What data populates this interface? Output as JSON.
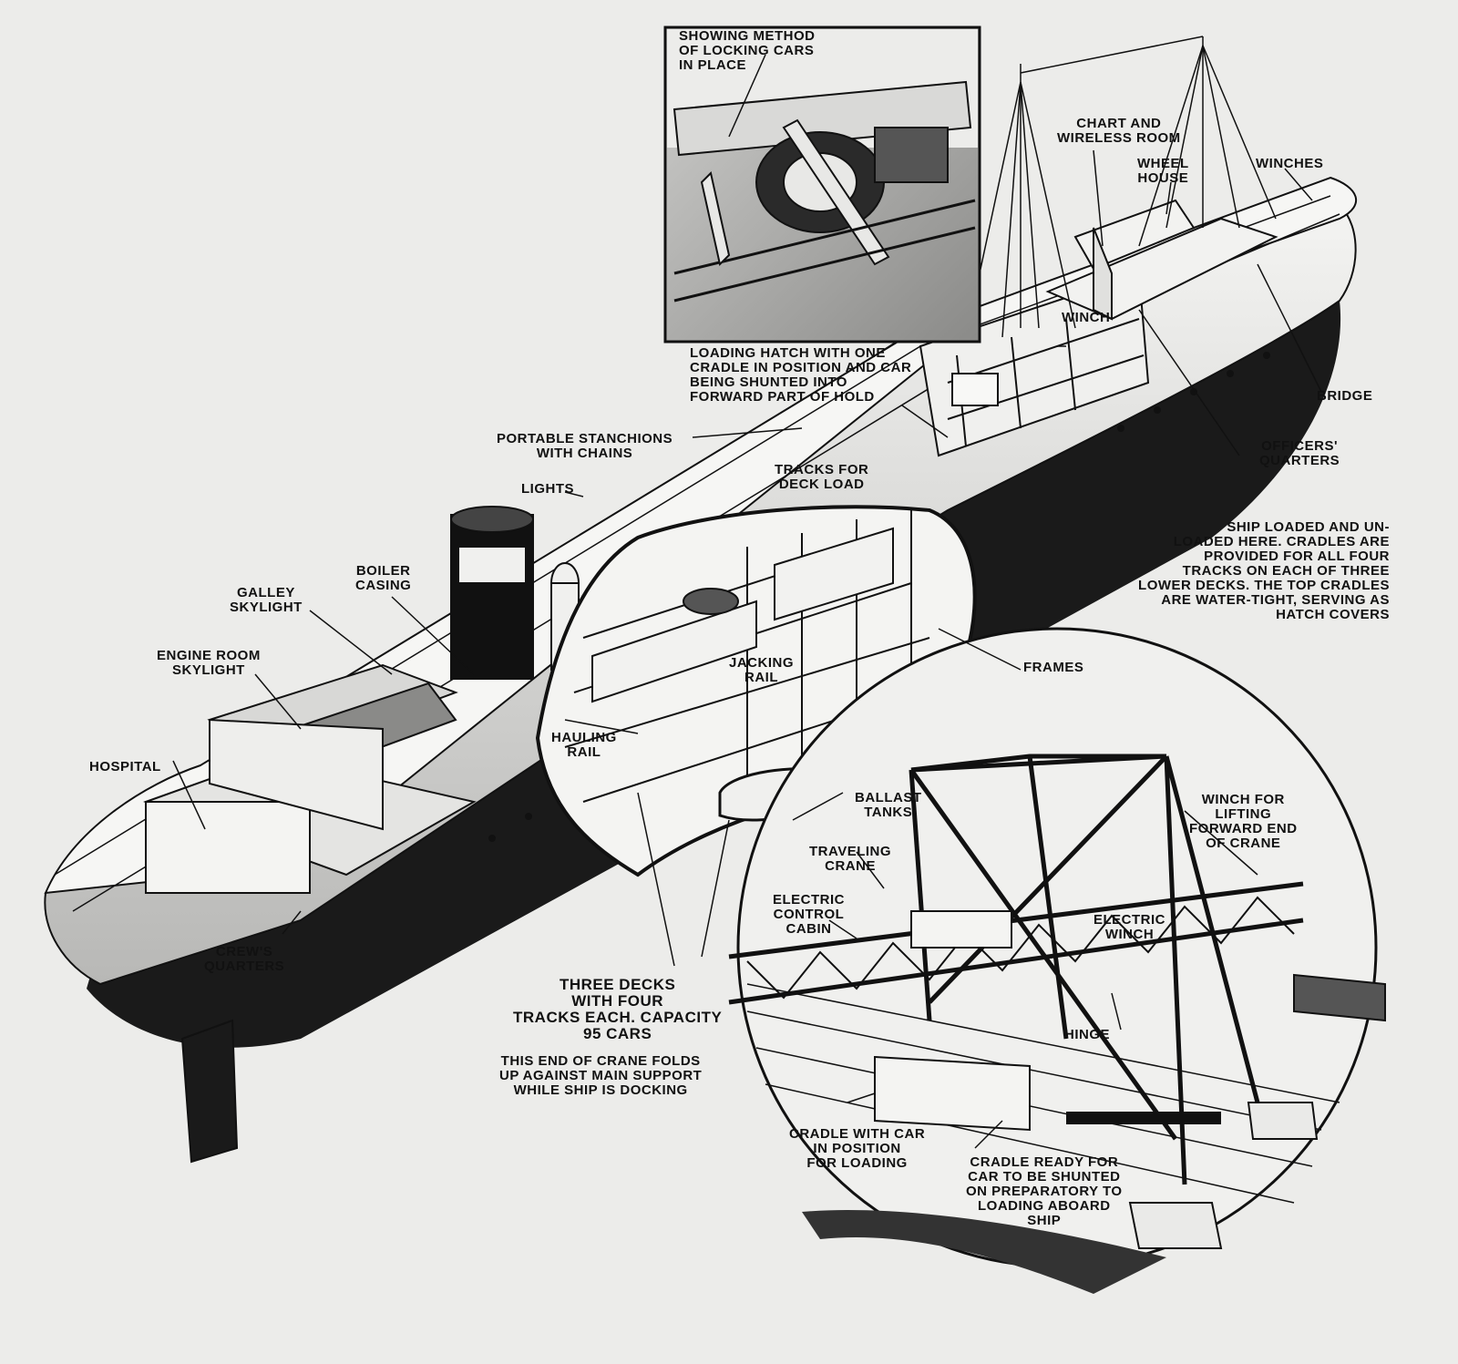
{
  "labels": {
    "showing_method": "SHOWING METHOD\nOF LOCKING CARS\nIN PLACE",
    "chart_wireless": "CHART AND\nWIRELESS ROOM",
    "wheel_house": "WHEEL\nHOUSE",
    "winches": "WINCHES",
    "winch": "WINCH",
    "bridge": "BRIDGE",
    "loading_hatch": "LOADING HATCH WITH ONE\nCRADLE IN POSITION AND CAR\nBEING SHUNTED INTO\nFORWARD PART OF HOLD",
    "officers_quarters": "OFFICERS'\nQUARTERS",
    "portable_stanchions": "PORTABLE STANCHIONS\nWITH CHAINS",
    "tracks_deck_load": "TRACKS FOR\nDECK LOAD",
    "lights": "LIGHTS",
    "ship_loaded": "SHIP LOADED AND UN-\nLOADED HERE. CRADLES ARE\nPROVIDED FOR ALL FOUR\nTRACKS ON EACH OF THREE\nLOWER DECKS. THE TOP CRADLES\nARE WATER-TIGHT, SERVING AS\nHATCH COVERS",
    "boiler_casing": "BOILER\nCASING",
    "galley_skylight": "GALLEY\nSKYLIGHT",
    "engine_room_skylight": "ENGINE ROOM\nSKYLIGHT",
    "jacking_rail": "JACKING\nRAIL",
    "frames": "FRAMES",
    "hauling_rail": "HAULING\nRAIL",
    "hospital": "HOSPITAL",
    "ballast_tanks": "BALLAST\nTANKS",
    "winch_lifting": "WINCH FOR\nLIFTING\nFORWARD END\nOF CRANE",
    "traveling_crane": "TRAVELING\nCRANE",
    "electric_control_cabin": "ELECTRIC\nCONTROL\nCABIN",
    "electric_winch": "ELECTRIC\nWINCH",
    "crews_quarters": "CREW'S\nQUARTERS",
    "three_decks": "THREE DECKS\nWITH FOUR\nTRACKS EACH. CAPACITY\n95 CARS",
    "hinge": "HINGE",
    "crane_folds": "THIS END OF CRANE FOLDS\nUP AGAINST MAIN SUPPORT\nWHILE SHIP IS DOCKING",
    "cradle_with_car": "CRADLE WITH CAR\nIN POSITION\nFOR LOADING",
    "cradle_ready": "CRADLE READY FOR\nCAR TO BE SHUNTED\nON PREPARATORY TO\nLOADING ABOARD\nSHIP"
  },
  "colors": {
    "paper": "#ececea",
    "ink": "#111111",
    "hull_dark": "#1a1a1a",
    "hull_light": "#f2f2f0",
    "shade": "#9a9a98"
  }
}
